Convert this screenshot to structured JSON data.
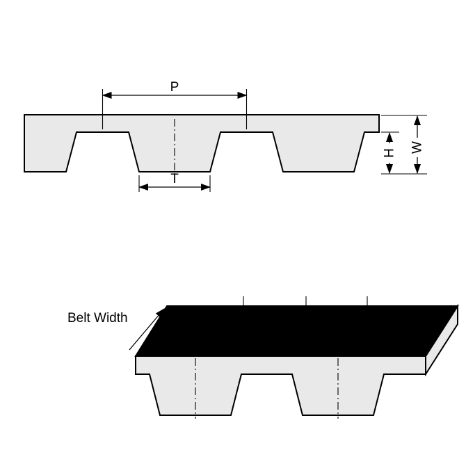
{
  "figure": {
    "colors": {
      "background": "#ffffff",
      "line": "#000000",
      "belt_fill": "#e9e9e9",
      "top_surface_fill": "#000000"
    }
  },
  "profile_view": {
    "labels": {
      "pitch": "P",
      "tooth_width": "T",
      "tooth_height": "H",
      "belt_thickness": "W"
    }
  },
  "iso_view": {
    "labels": {
      "belt_width": "Belt Width"
    }
  }
}
